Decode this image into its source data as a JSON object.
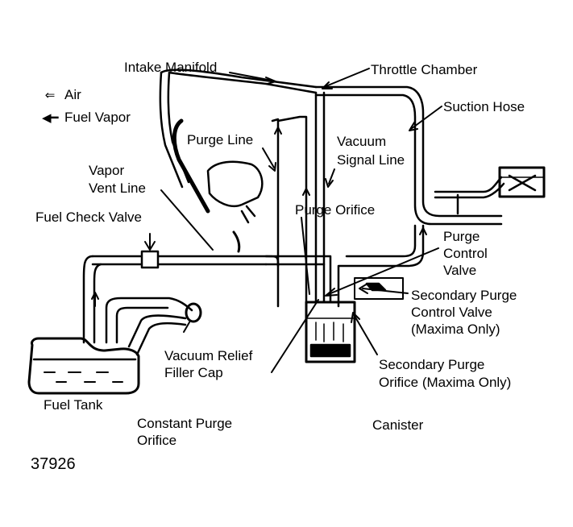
{
  "legend": {
    "air": {
      "icon": "air-arrow-icon",
      "label": "Air"
    },
    "fuel_vapor": {
      "icon": "fuel-vapor-arrow-icon",
      "label": "Fuel Vapor"
    }
  },
  "labels": {
    "intake_manifold": "Intake Manifold",
    "throttle_chamber": "Throttle Chamber",
    "suction_hose": "Suction Hose",
    "purge_line": "Purge Line",
    "vacuum_signal_line_1": "Vacuum",
    "vacuum_signal_line_2": "Signal Line",
    "vapor_vent_line_1": "Vapor",
    "vapor_vent_line_2": "Vent Line",
    "fuel_check_valve": "Fuel Check Valve",
    "purge_orifice": "Purge Orifice",
    "purge_control_valve_1": "Purge",
    "purge_control_valve_2": "Control",
    "purge_control_valve_3": "Valve",
    "secondary_purge_control_valve_1": "Secondary Purge",
    "secondary_purge_control_valve_2": "Control Valve",
    "secondary_purge_control_valve_3": "(Maxima Only)",
    "vacuum_relief_filler_cap_1": "Vacuum Relief",
    "vacuum_relief_filler_cap_2": "Filler Cap",
    "secondary_purge_orifice_1": "Secondary Purge",
    "secondary_purge_orifice_2": "Orifice (Maxima Only)",
    "fuel_tank": "Fuel Tank",
    "constant_purge_orifice_1": "Constant Purge",
    "constant_purge_orifice_2": "Orifice",
    "canister": "Canister",
    "figure_number": "37926"
  }
}
